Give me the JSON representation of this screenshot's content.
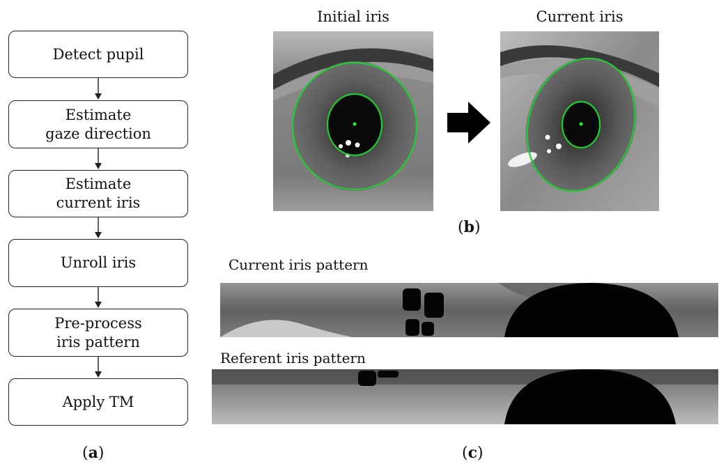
{
  "flowchart": {
    "steps": [
      "Detect pupil",
      "Estimate\ngaze direction",
      "Estimate\ncurrent iris",
      "Unroll iris",
      "Pre-process\niris pattern",
      "Apply TM"
    ]
  },
  "panel_b": {
    "initial_title": "Initial iris",
    "current_title": "Current iris"
  },
  "panel_c": {
    "current_label": "Current iris pattern",
    "referent_label": "Referent iris pattern"
  },
  "captions": {
    "a": "a",
    "b": "b",
    "c": "c"
  },
  "colors": {
    "ellipse": "#22cc33",
    "flowchart_border": "#222222"
  }
}
